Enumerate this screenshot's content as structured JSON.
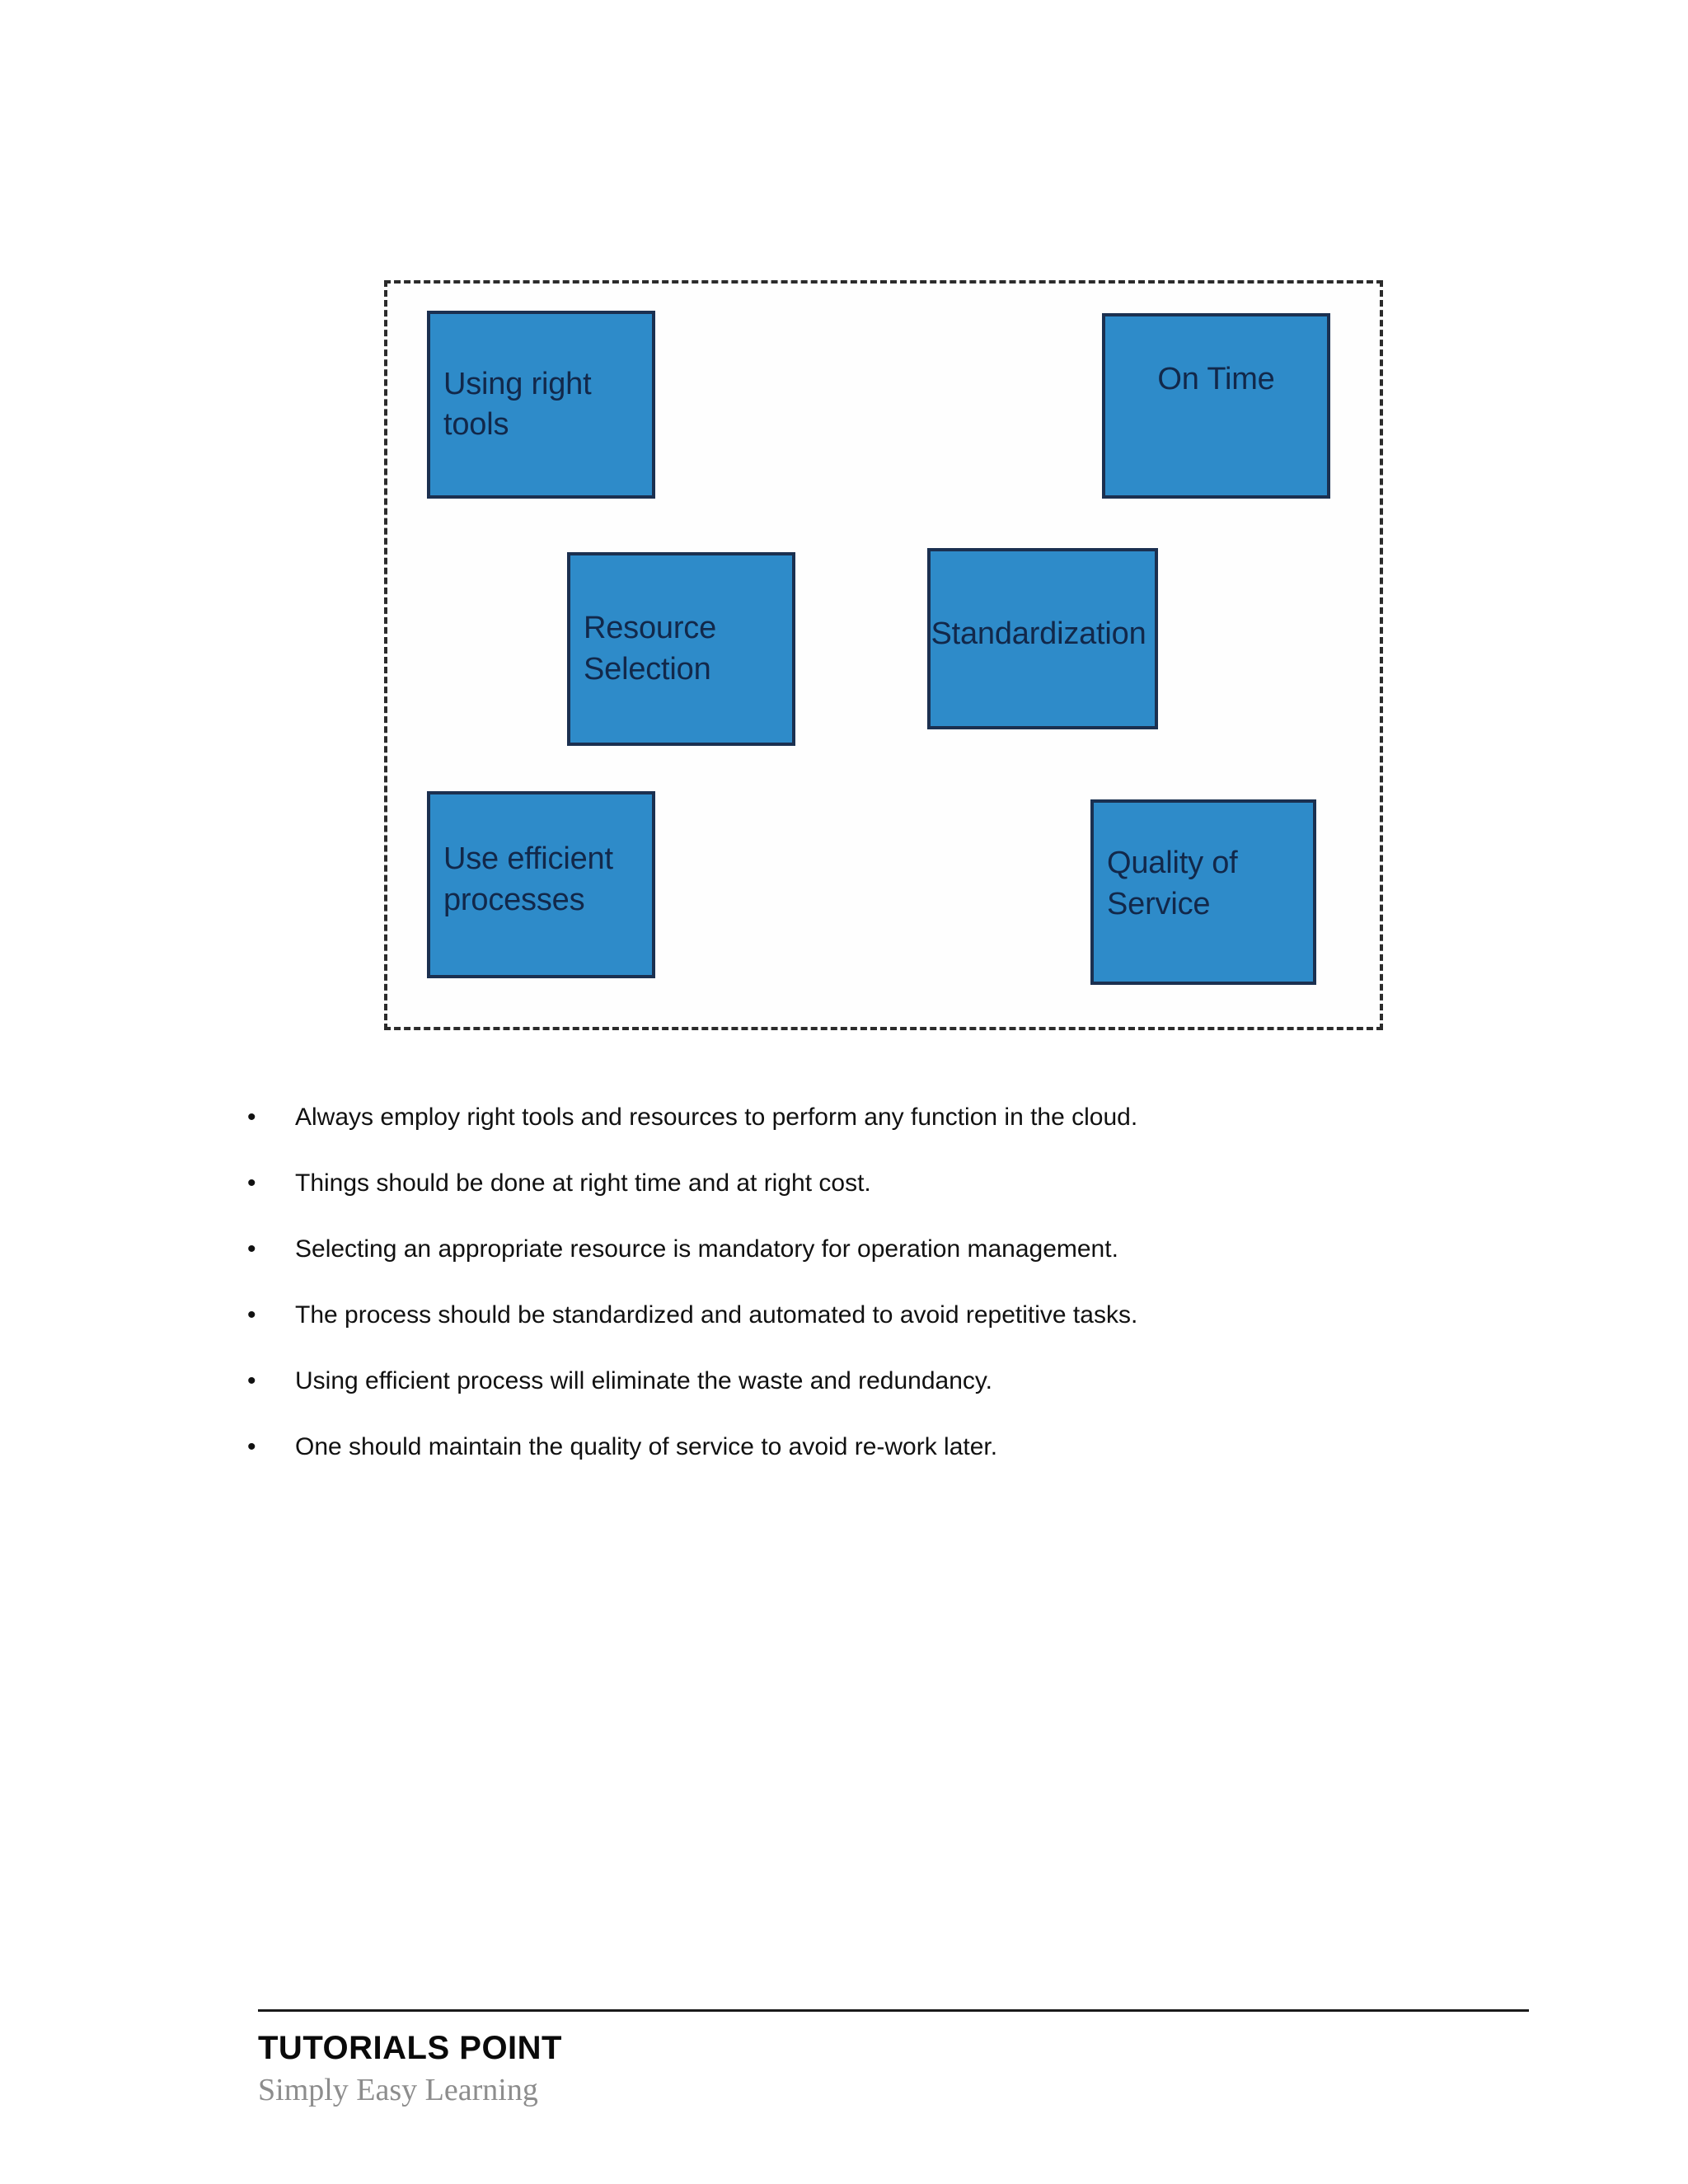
{
  "page": {
    "background_color": "#ffffff"
  },
  "diagram": {
    "frame_style": "dashed",
    "frame_color": "#2b2b2b",
    "box_fill_color": "#2e8bc9",
    "box_border_color": "#1b3050",
    "box_text_color": "#12284a",
    "nodes": [
      {
        "id": "using-right-tools",
        "label": "Using right\ntools",
        "align": "left"
      },
      {
        "id": "on-time",
        "label": "On Time",
        "align": "center"
      },
      {
        "id": "resource-selection",
        "label": "Resource\nSelection",
        "align": "left"
      },
      {
        "id": "standardization",
        "label": "Standardization",
        "align": "left"
      },
      {
        "id": "use-efficient",
        "label": "Use efficient\nprocesses",
        "align": "left"
      },
      {
        "id": "quality-of-service",
        "label": "Quality of\nService",
        "align": "left"
      }
    ]
  },
  "bullets": {
    "marker": "•",
    "items": [
      "Always employ right tools and resources to perform any function in the cloud.",
      "Things should be done at right time and at right cost.",
      "Selecting an appropriate resource is mandatory for operation management.",
      "The process should be standardized and automated to avoid repetitive tasks.",
      "Using efficient process will eliminate the waste and redundancy.",
      "One should maintain the quality of service to avoid re-work later."
    ]
  },
  "footer": {
    "brand": "TUTORIALS POINT",
    "tagline": "Simply Easy Learning",
    "rule_color": "#1a1a1a",
    "tagline_color": "#8d8d8d"
  }
}
